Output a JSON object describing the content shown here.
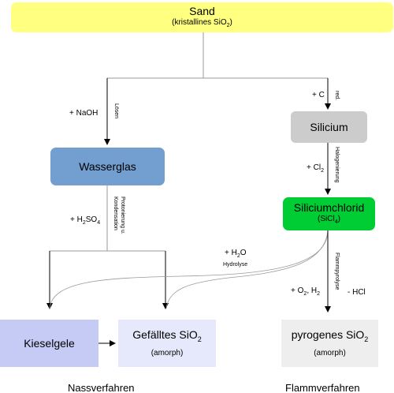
{
  "nodes": {
    "sand": {
      "title": "Sand",
      "sub_pre": "(kristallines SiO",
      "sub_sub": "2",
      "sub_post": ")",
      "color": "#ffff80"
    },
    "silicium": {
      "title": "Silicium",
      "color": "#cccccc"
    },
    "wasserglas": {
      "title": "Wasserglas",
      "color": "#729fcf"
    },
    "siliciumchlorid": {
      "title": "Siliciumchlorid",
      "sub_pre": "(SiCl",
      "sub_sub": "4",
      "sub_post": ")",
      "color": "#00cc33"
    },
    "kieselgele": {
      "title": "Kieselgele",
      "color": "#c5cbf4"
    },
    "gefaelltes": {
      "title_pre": "Gefälltes SiO",
      "title_sub": "2",
      "sub": "(amorph)",
      "color": "#e6e8fb"
    },
    "pyrogenes": {
      "title_pre": "pyrogenes SiO",
      "title_sub": "2",
      "sub": "(amorph)",
      "color": "#eeeeee"
    }
  },
  "labels": {
    "naoh": "+ NaOH",
    "loesen": "Lösen",
    "c": "+ C",
    "red": "red.",
    "cl_pre": "+ Cl",
    "cl_sub": "2",
    "halogenierung": "Halogenierung",
    "h2so4_pre": "+ H",
    "h2so4_sub1": "2",
    "h2so4_mid": "SO",
    "h2so4_sub2": "4",
    "protonierung_1": "Protonierung u.",
    "protonierung_2": "Kondensation",
    "h2o_pre": "+ H",
    "h2o_sub": "2",
    "h2o_post": "O",
    "hydrolyse": "Hydrolyse",
    "flammpyrolyse": "Flammpyrolyse",
    "o2h2_pre": "+ O",
    "o2h2_sub1": "2",
    "o2h2_mid": ", H",
    "o2h2_sub2": "2",
    "hcl": "- HCl"
  },
  "footer": {
    "nass": "Nassverfahren",
    "flamm": "Flammverfahren"
  }
}
